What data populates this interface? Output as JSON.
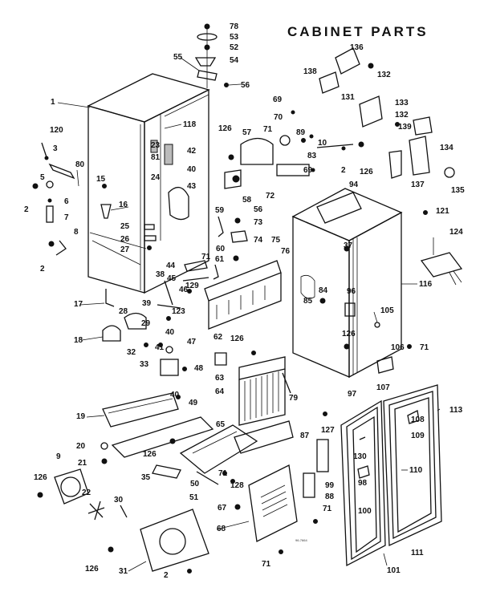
{
  "title": "CABINET PARTS",
  "footnote": "96-7664",
  "labels": {
    "l78": "78",
    "l53": "53",
    "l52": "52",
    "l54": "54",
    "l55": "55",
    "l56a": "56",
    "l136": "136",
    "l132a": "132",
    "l138": "138",
    "l131": "131",
    "l133": "133",
    "l132b": "132",
    "l139": "139",
    "l134": "134",
    "l137": "137",
    "l135": "135",
    "l1": "1",
    "l118": "118",
    "l120": "120",
    "l3": "3",
    "l80": "80",
    "l5": "5",
    "l15": "15",
    "l23": "23",
    "l42": "42",
    "l81": "81",
    "l24": "24",
    "l40a": "40",
    "l43": "43",
    "l2a": "2",
    "l6": "6",
    "l7": "7",
    "l16": "16",
    "l8": "8",
    "l2b": "2",
    "l25": "25",
    "l26": "26",
    "l27": "27",
    "l69a": "69",
    "l70": "70",
    "l126a": "126",
    "l57": "57",
    "l89": "89",
    "l10": "10",
    "l71a": "71",
    "l83": "83",
    "l69b": "69",
    "l2c": "2",
    "l126b": "126",
    "l72": "72",
    "l58": "58",
    "l59": "59",
    "l56b": "56",
    "l73": "73",
    "l74": "74",
    "l60": "60",
    "l75": "75",
    "l76": "76",
    "l94": "94",
    "l121": "121",
    "l124": "124",
    "l37": "37",
    "l44": "44",
    "l71b": "71",
    "l45": "45",
    "l61": "61",
    "l38": "38",
    "l46": "46",
    "l129": "129",
    "l116": "116",
    "l84": "84",
    "l96": "96",
    "l85": "85",
    "l105": "105",
    "l17": "17",
    "l39": "39",
    "l123": "123",
    "l28": "28",
    "l29": "29",
    "l40b": "40",
    "l18": "18",
    "l32": "32",
    "l41": "41",
    "l62": "62",
    "l126c": "126",
    "l126d": "126",
    "l106": "106",
    "l71c": "71",
    "l47": "47",
    "l33": "33",
    "l48": "48",
    "l63": "63",
    "l79": "79",
    "l64": "64",
    "l40c": "40",
    "l49": "49",
    "l19": "19",
    "l97": "97",
    "l107": "107",
    "l113": "113",
    "l108": "108",
    "l127": "127",
    "l109": "109",
    "l130": "130",
    "l65": "65",
    "l20": "20",
    "l126e": "126",
    "l21": "21",
    "l87": "87",
    "l110": "110",
    "l9": "9",
    "l126f": "126",
    "l35": "35",
    "l50": "50",
    "l71d": "71",
    "l128": "128",
    "l98": "98",
    "l99": "99",
    "l88": "88",
    "l22": "22",
    "l30": "30",
    "l51": "51",
    "l67": "67",
    "l71e": "71",
    "l100": "100",
    "l68": "68",
    "l126g": "126",
    "l31": "31",
    "l2d": "2",
    "l71f": "71",
    "l101": "101",
    "l111": "111"
  }
}
